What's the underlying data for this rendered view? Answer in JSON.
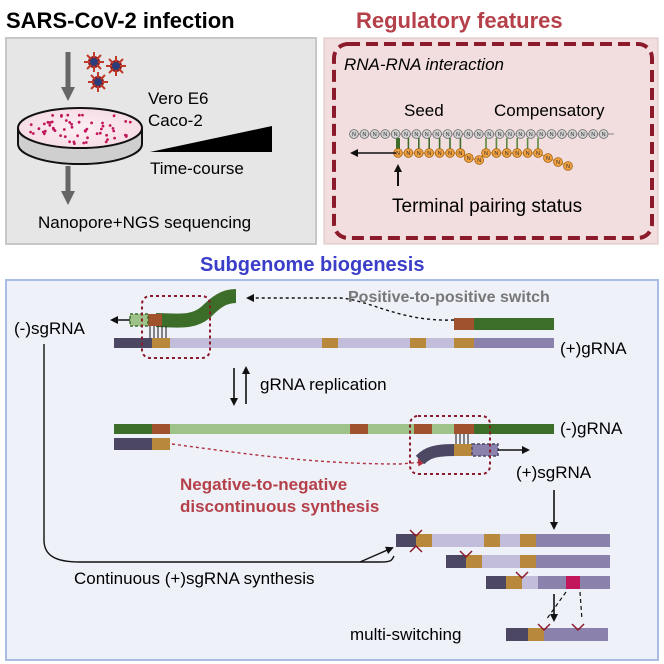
{
  "panels": {
    "infection": {
      "title": "SARS-CoV-2 infection",
      "cell_line_1": "Vero E6",
      "cell_line_2": "Caco-2",
      "time_label": "Time-course",
      "sequencing_label": "Nanopore+NGS sequencing"
    },
    "regulatory": {
      "title": "Regulatory features",
      "subtitle": "RNA-RNA interaction",
      "seed_label": "Seed",
      "compensatory_label": "Compensatory",
      "terminal_label": "Terminal pairing status",
      "nucleotide_letter": "N"
    },
    "biogenesis": {
      "title": "Subgenome biogenesis",
      "p2p_label": "Positive-to-positive switch",
      "neg_sgrna_label": "(-)sgRNA",
      "pos_grna_label": "(+)gRNA",
      "replication_label": "gRNA replication",
      "neg_grna_label": "(-)gRNA",
      "pos_sgrna_label": "(+)sgRNA",
      "n2n_label_line1": "Negative-to-negative",
      "n2n_label_line2": "discontinuous synthesis",
      "continuous_label": "Continuous (+)sgRNA synthesis",
      "multi_label": "multi-switching"
    }
  },
  "colors": {
    "panel_gray_bg": "#e6e6e6",
    "panel_gray_border": "#c8c8c8",
    "panel_pink_bg": "#f2dede",
    "dashed_border": "#8b1a2b",
    "title_red": "#b5404a",
    "title_blue": "#3a3ec8",
    "panel_blue_bg": "#eef1f8",
    "panel_blue_border": "#a9bde6",
    "dark_green": "#3c6e2a",
    "light_green": "#9dc389",
    "lavender": "#c3bddc",
    "purple_dark": "#4c4763",
    "purple_mid": "#8a82ad",
    "gold": "#b8893d",
    "brown": "#a0522d",
    "orange": "#f0a040",
    "magenta_dot": "#c2185b",
    "virus_red": "#c0392b"
  },
  "icons": [
    "virus-icon",
    "petri-dish-icon",
    "arrow-icon",
    "triangle-ramp-icon"
  ]
}
